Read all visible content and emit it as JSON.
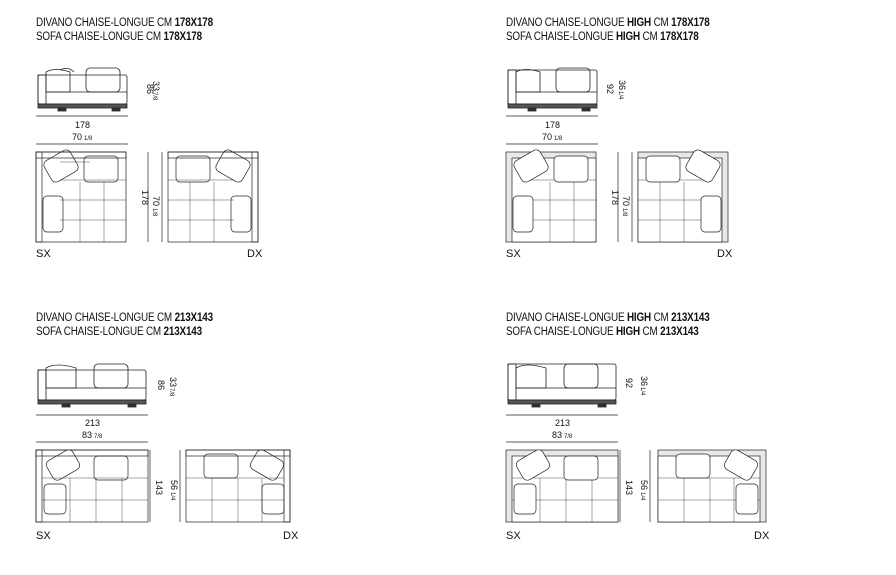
{
  "panels": [
    {
      "title_it": {
        "pre": "DIVANO CHAISE-LONGUE CM ",
        "bold": "178X178"
      },
      "title_en": {
        "pre": "SOFA CHAISE-LONGUE CM ",
        "bold": "178X178"
      },
      "height_cm": "86",
      "height_in": "33",
      "height_in_frac": "7/8",
      "width_cm": "178",
      "width_in": "70",
      "width_in_frac": "1/8",
      "depth_cm": "178",
      "depth_in": "70",
      "depth_in_frac": "1/8",
      "left_label": "SX",
      "right_label": "DX"
    },
    {
      "title_it": {
        "pre": "DIVANO CHAISE-LONGUE ",
        "bold": "HIGH",
        "mid": " CM ",
        "bold2": "178X178"
      },
      "title_en": {
        "pre": "SOFA CHAISE-LONGUE ",
        "bold": "HIGH",
        "mid": " CM ",
        "bold2": "178X178"
      },
      "height_cm": "92",
      "height_in": "36",
      "height_in_frac": "1/4",
      "width_cm": "178",
      "width_in": "70",
      "width_in_frac": "1/8",
      "depth_cm": "178",
      "depth_in": "70",
      "depth_in_frac": "1/8",
      "left_label": "SX",
      "right_label": "DX"
    },
    {
      "title_it": {
        "pre": "DIVANO CHAISE-LONGUE CM ",
        "bold": "213X143"
      },
      "title_en": {
        "pre": "SOFA CHAISE-LONGUE CM ",
        "bold": "213X143"
      },
      "height_cm": "86",
      "height_in": "33",
      "height_in_frac": "7/8",
      "width_cm": "213",
      "width_in": "83",
      "width_in_frac": "7/8",
      "depth_cm": "143",
      "depth_in": "56",
      "depth_in_frac": "1/4",
      "left_label": "SX",
      "right_label": "DX"
    },
    {
      "title_it": {
        "pre": "DIVANO CHAISE-LONGUE ",
        "bold": "HIGH",
        "mid": " CM ",
        "bold2": "213X143"
      },
      "title_en": {
        "pre": "SOFA CHAISE-LONGUE ",
        "bold": "HIGH",
        "mid": " CM ",
        "bold2": "213X143"
      },
      "height_cm": "92",
      "height_in": "36",
      "height_in_frac": "1/4",
      "width_cm": "213",
      "width_in": "83",
      "width_in_frac": "7/8",
      "depth_cm": "143",
      "depth_in": "56",
      "depth_in_frac": "1/4",
      "left_label": "SX",
      "right_label": "DX"
    }
  ]
}
